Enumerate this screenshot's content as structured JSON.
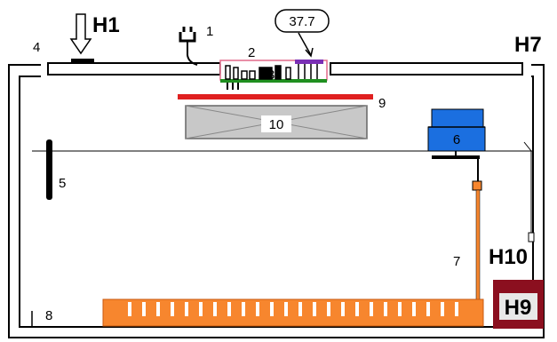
{
  "labels": {
    "h1": "H1",
    "h7": "H7",
    "h9": "H9",
    "h10": "H10",
    "n1": "1",
    "n2": "2",
    "n3": "3",
    "n4": "4",
    "n5": "5",
    "n6": "6",
    "n7": "7",
    "n8": "8",
    "n9": "9",
    "n10": "10"
  },
  "display": {
    "value": "37.7"
  },
  "colors": {
    "outline": "#000000",
    "heater_strip": "#e02020",
    "board_green": "#1f8f1f",
    "board_pink": "#e26a8a",
    "display_purple": "#7a2fb5",
    "fan_blue": "#1b6fe0",
    "tray_orange": "#f7862e",
    "tube_orange": "#f7862e",
    "box_maroon": "#8b0f1f",
    "box_inner": "#e8e8e8",
    "panel_grey": "#c8c8c8"
  }
}
